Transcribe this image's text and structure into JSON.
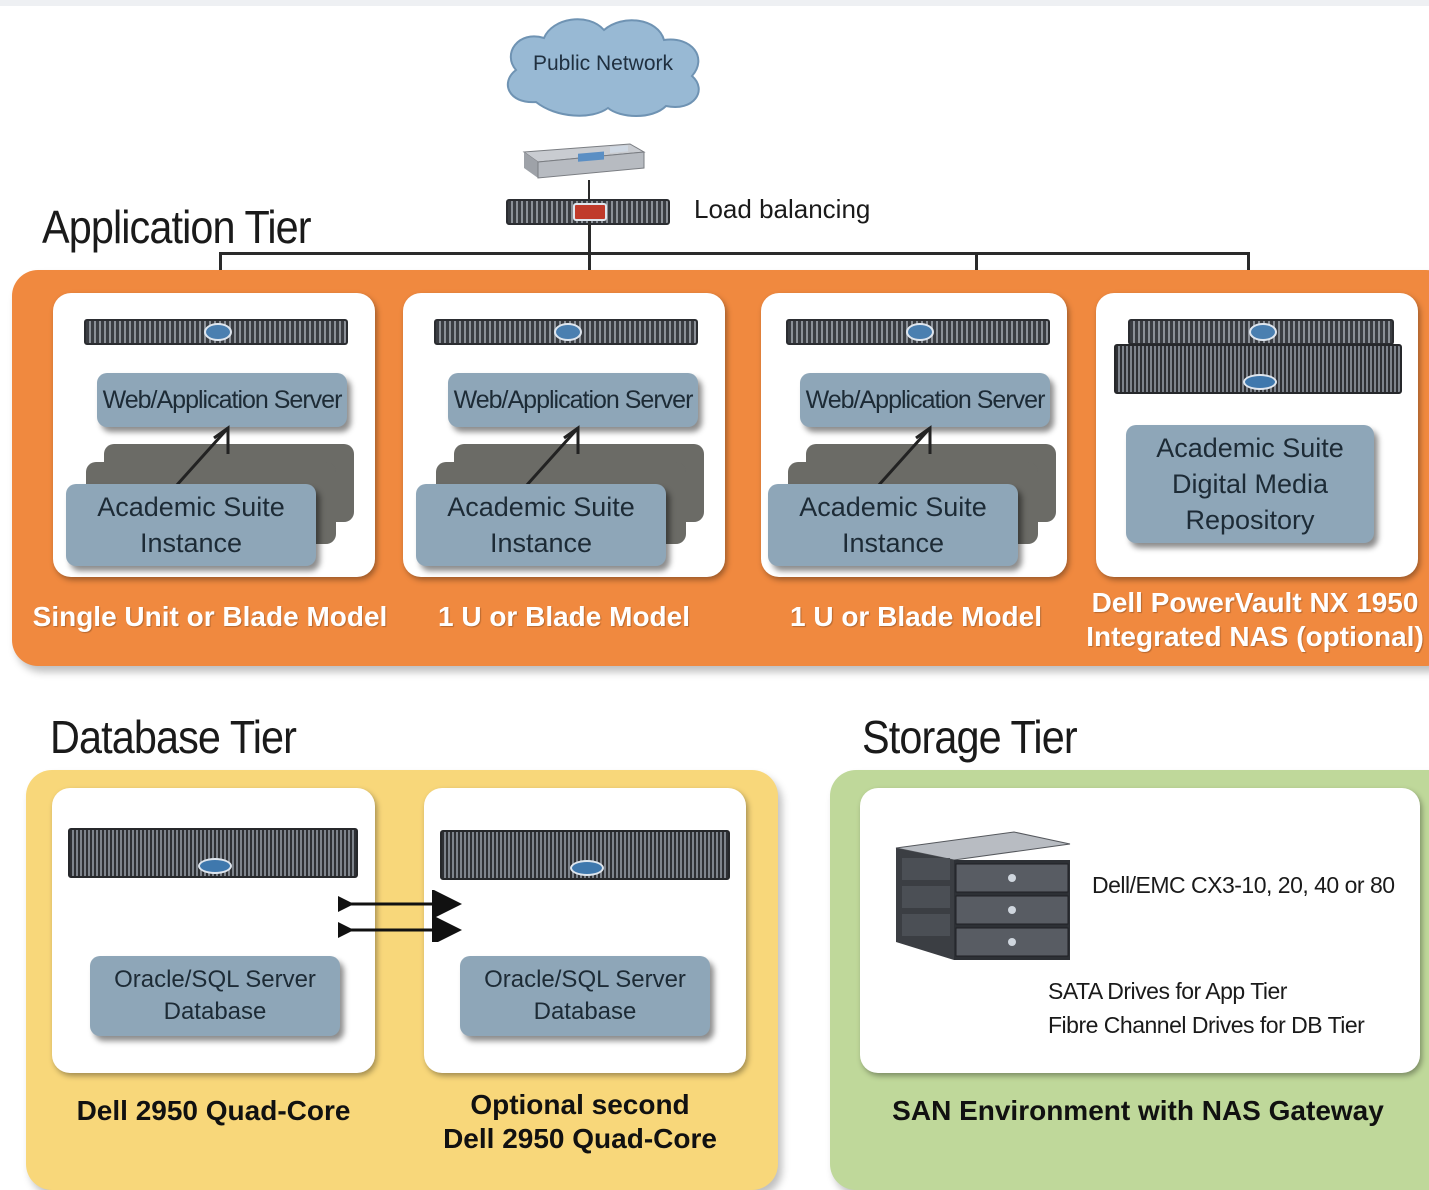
{
  "network": {
    "cloud_label": "Public Network",
    "load_balancing_label": "Load balancing"
  },
  "application_tier": {
    "title": "Application Tier",
    "columns": [
      {
        "server_label": "Web/Application Server",
        "instance_line1": "Academic Suite",
        "instance_line2": "Instance",
        "model_label": "Single Unit or Blade Model"
      },
      {
        "server_label": "Web/Application Server",
        "instance_line1": "Academic Suite",
        "instance_line2": "Instance",
        "model_label": "1 U or Blade Model"
      },
      {
        "server_label": "Web/Application Server",
        "instance_line1": "Academic Suite",
        "instance_line2": "Instance",
        "model_label": "1 U or Blade Model"
      }
    ],
    "nas": {
      "repo_line1": "Academic Suite",
      "repo_line2": "Digital Media",
      "repo_line3": "Repository",
      "label_line1": "Dell PowerVault NX 1950",
      "label_line2": "Integrated NAS (optional)"
    }
  },
  "database_tier": {
    "title": "Database Tier",
    "primary": {
      "db_line1": "Oracle/SQL Server",
      "db_line2": "Database",
      "label": "Dell 2950 Quad-Core"
    },
    "secondary": {
      "db_line1": "Oracle/SQL Server",
      "db_line2": "Database",
      "label_line1": "Optional second",
      "label_line2": "Dell 2950 Quad-Core"
    }
  },
  "storage_tier": {
    "title": "Storage Tier",
    "array_label": "Dell/EMC CX3-10, 20, 40 or 80",
    "drives_line1": "SATA Drives for App Tier",
    "drives_line2": "Fibre Channel Drives for DB Tier",
    "label": "SAN Environment with NAS Gateway"
  },
  "colors": {
    "application": "#f0893f",
    "database": "#f8d77a",
    "storage": "#bfd89a",
    "server_box": "#8ea6b8",
    "cloud": "#98b9d4"
  }
}
